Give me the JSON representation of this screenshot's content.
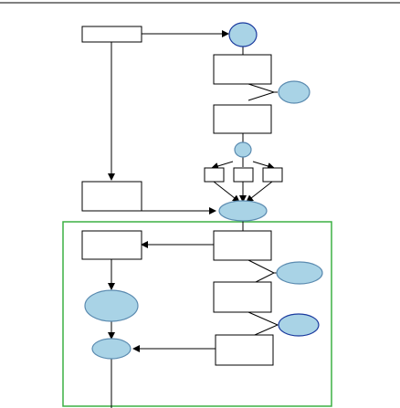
{
  "diagram": {
    "kind": "flowchart",
    "colors": {
      "line": "#000000",
      "node_fill": "#a9d3e6",
      "node_stroke_default": "#5b8bb0",
      "node_stroke_dark": "#1a3a9e",
      "group_border": "#3cb043",
      "page_rule": "#000000"
    },
    "nodes": [
      {
        "id": "rect-top-left",
        "shape": "rectangle",
        "label": ""
      },
      {
        "id": "oval-top",
        "shape": "oval",
        "label": ""
      },
      {
        "id": "rect-right-1",
        "shape": "rectangle",
        "label": ""
      },
      {
        "id": "oval-right-1",
        "shape": "oval",
        "label": ""
      },
      {
        "id": "rect-right-2",
        "shape": "rectangle",
        "label": ""
      },
      {
        "id": "oval-small-center",
        "shape": "oval",
        "label": ""
      },
      {
        "id": "mini-box-1",
        "shape": "rectangle",
        "label": ""
      },
      {
        "id": "mini-box-2",
        "shape": "rectangle",
        "label": ""
      },
      {
        "id": "mini-box-3",
        "shape": "rectangle",
        "label": ""
      },
      {
        "id": "rect-mid-left",
        "shape": "rectangle",
        "label": ""
      },
      {
        "id": "oval-merge",
        "shape": "oval",
        "label": ""
      },
      {
        "id": "rect-group-right-1",
        "shape": "rectangle",
        "label": ""
      },
      {
        "id": "rect-group-left",
        "shape": "rectangle",
        "label": ""
      },
      {
        "id": "oval-group-right-1",
        "shape": "oval",
        "label": ""
      },
      {
        "id": "rect-group-right-2",
        "shape": "rectangle",
        "label": ""
      },
      {
        "id": "oval-group-left",
        "shape": "oval",
        "label": ""
      },
      {
        "id": "oval-group-right-2",
        "shape": "oval",
        "label": ""
      },
      {
        "id": "rect-group-right-3",
        "shape": "rectangle",
        "label": ""
      },
      {
        "id": "oval-group-bottom-left",
        "shape": "oval",
        "label": ""
      }
    ],
    "groups": [
      {
        "id": "green-group",
        "label": ""
      }
    ]
  }
}
